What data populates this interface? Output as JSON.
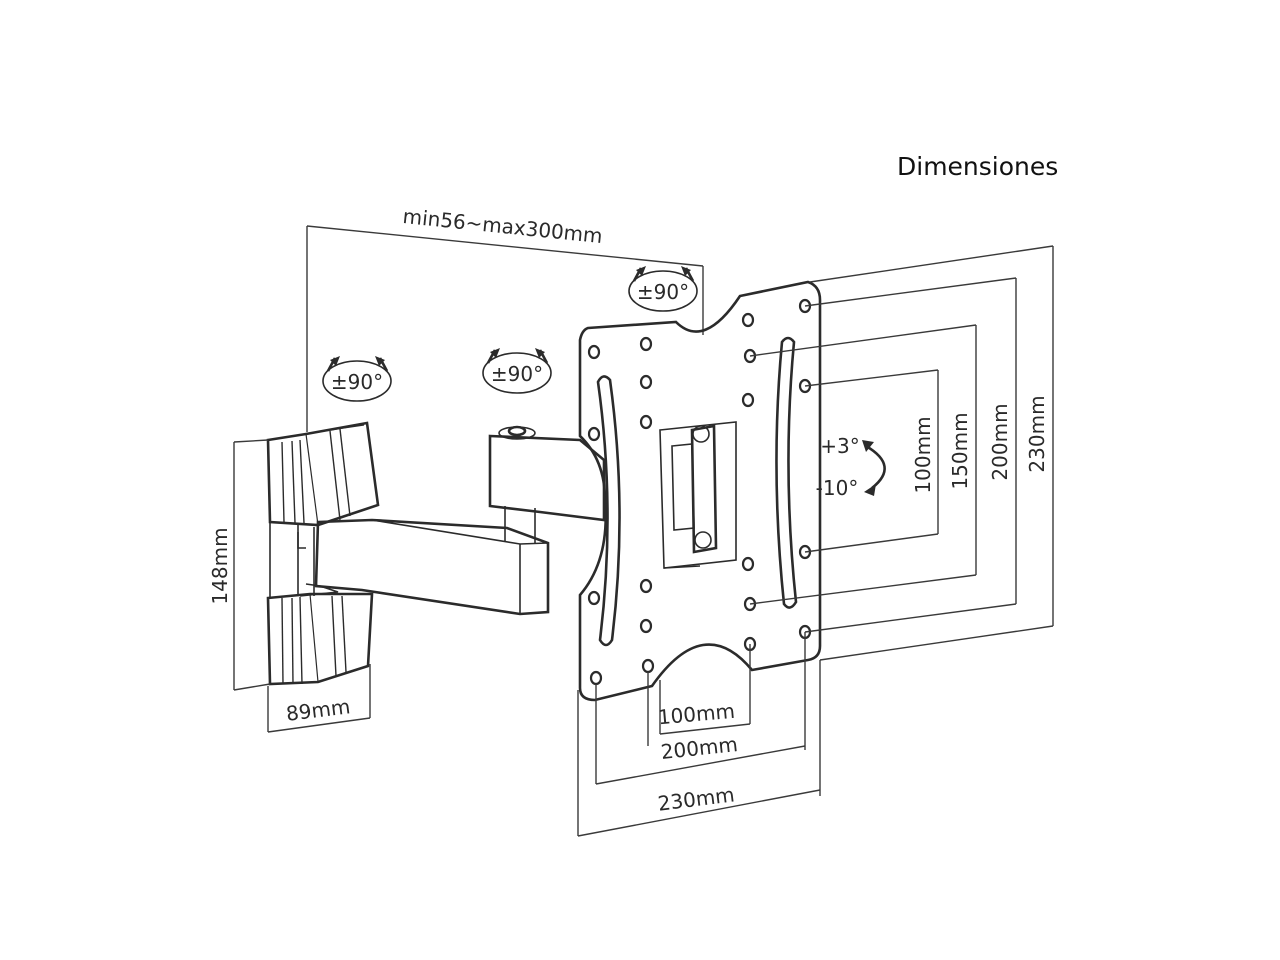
{
  "title": "Dimensiones",
  "dimensions": {
    "arm_extension": "min56~max300mm",
    "swivel_top": "±90°",
    "swivel_left": "±90°",
    "swivel_mid": "±90°",
    "tilt_up": "+3°",
    "tilt_down": "-10°",
    "wall_plate_height": "148mm",
    "wall_plate_width": "89mm",
    "vesa_h_100": "100mm",
    "vesa_h_200": "200mm",
    "vesa_h_230": "230mm",
    "vesa_v_100": "100mm",
    "vesa_v_150": "150mm",
    "vesa_v_200": "200mm",
    "vesa_v_230": "230mm"
  }
}
